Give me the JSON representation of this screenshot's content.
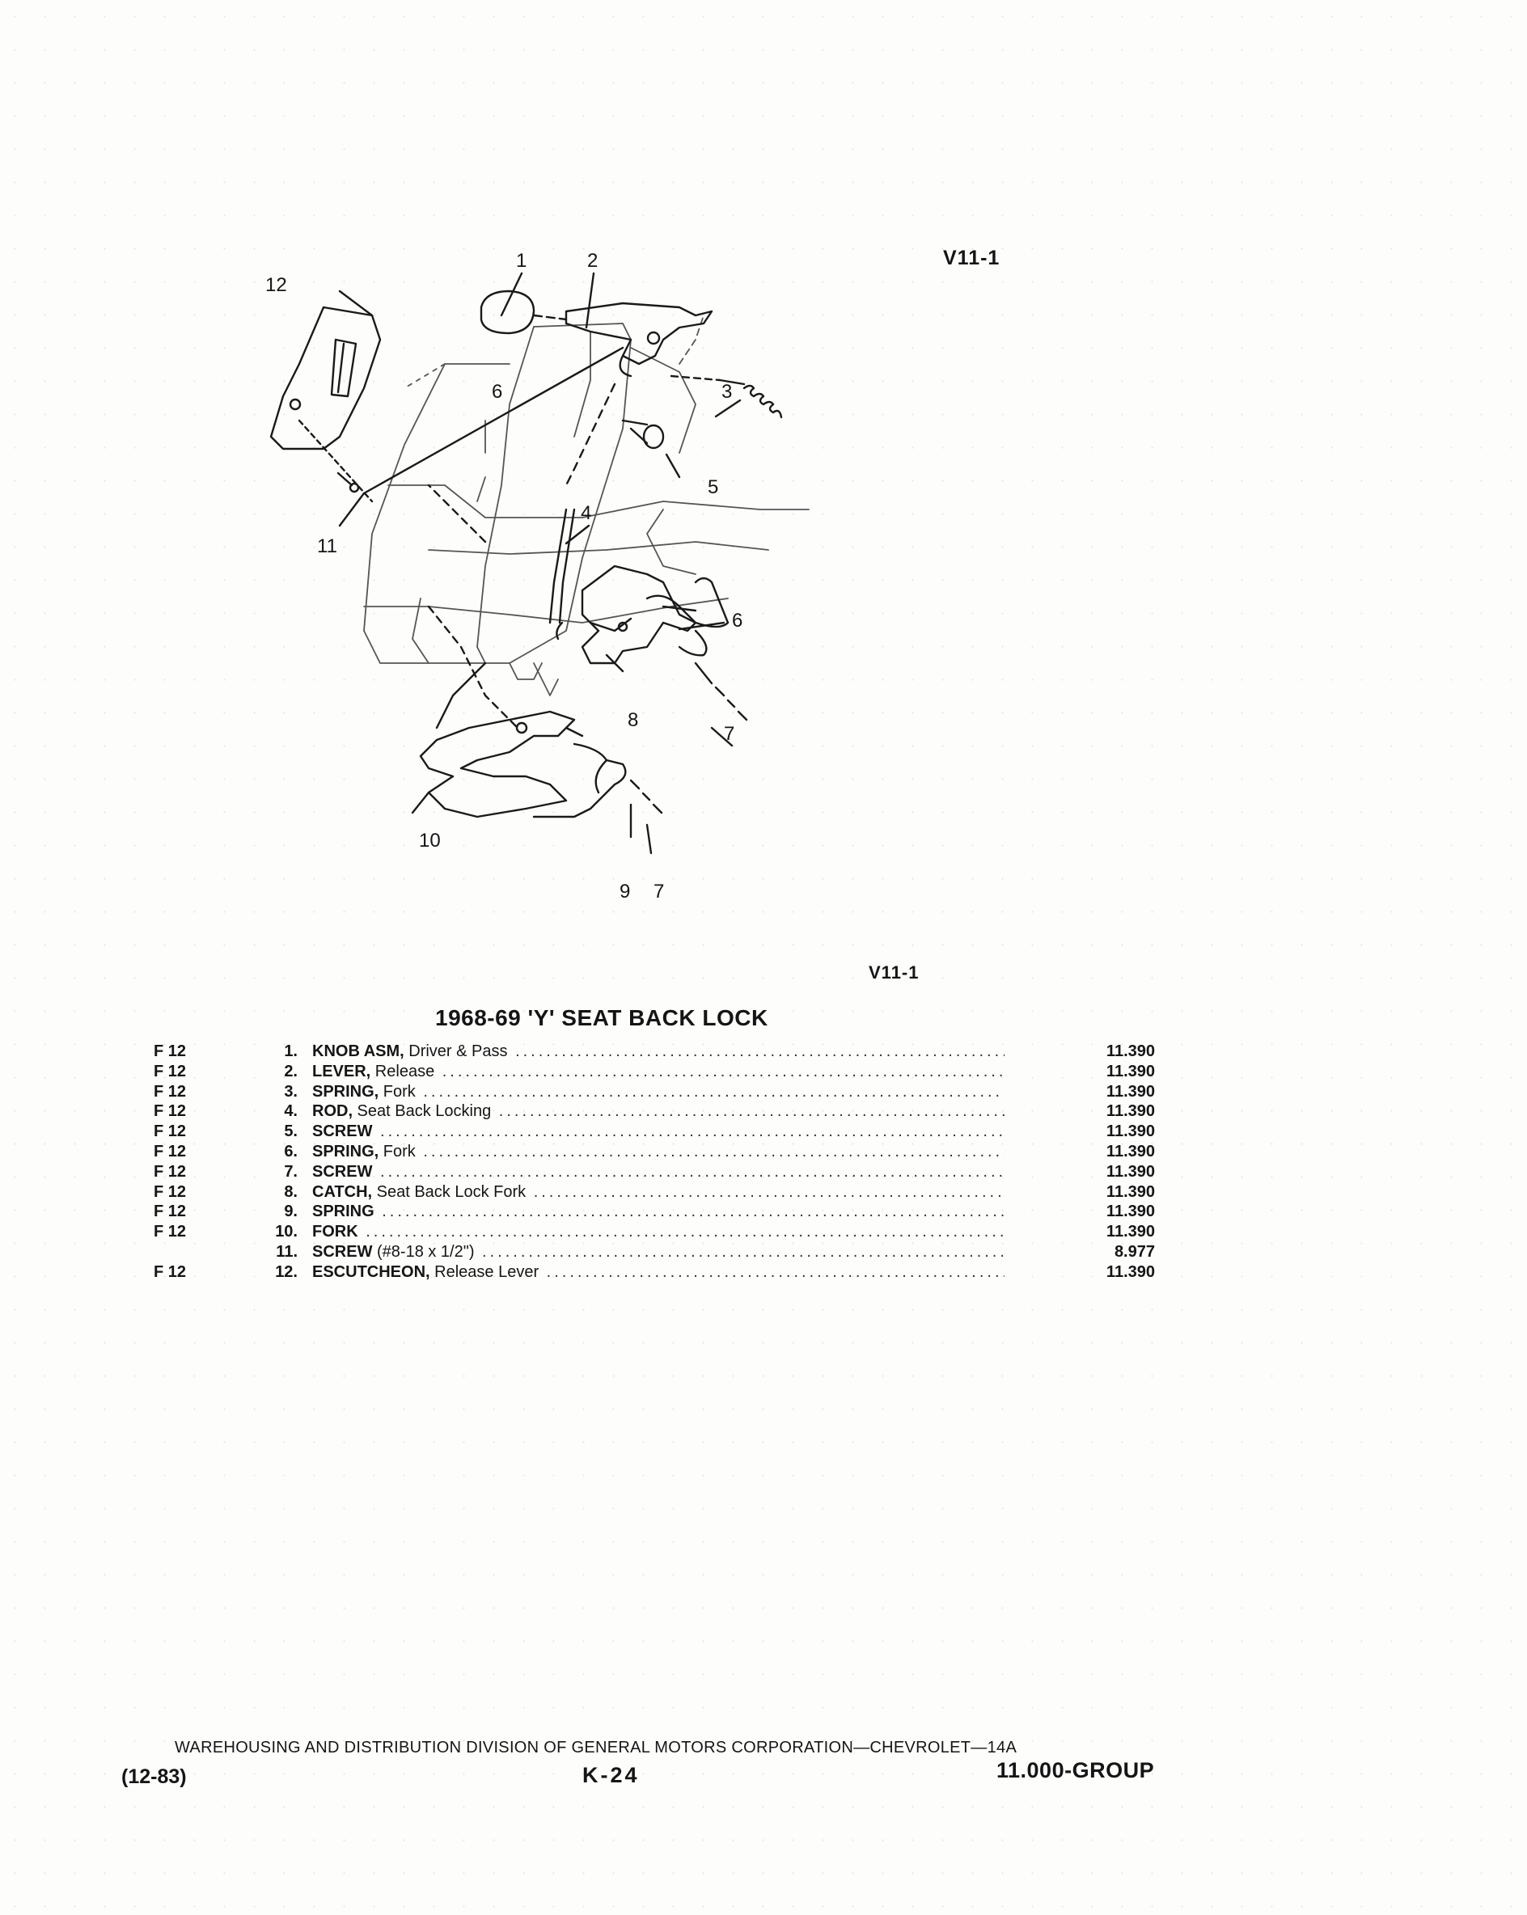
{
  "figure": {
    "ref_code_top": "V11-1",
    "ref_code_bottom": "V11-1",
    "callouts": [
      "1",
      "2",
      "3",
      "4",
      "5",
      "6",
      "7",
      "7",
      "8",
      "9",
      "10",
      "11",
      "12",
      "6"
    ]
  },
  "section": {
    "title": "1968-69 'Y' SEAT BACK LOCK"
  },
  "parts": [
    {
      "code": "F 12",
      "num": "1.",
      "name": "KNOB ASM,",
      "desc": " Driver & Pass",
      "value": "11.390"
    },
    {
      "code": "F 12",
      "num": "2.",
      "name": "LEVER,",
      "desc": " Release",
      "value": "11.390"
    },
    {
      "code": "F 12",
      "num": "3.",
      "name": "SPRING,",
      "desc": " Fork",
      "value": "11.390"
    },
    {
      "code": "F 12",
      "num": "4.",
      "name": "ROD,",
      "desc": " Seat Back Locking",
      "value": "11.390"
    },
    {
      "code": "F 12",
      "num": "5.",
      "name": "SCREW",
      "desc": "",
      "value": "11.390"
    },
    {
      "code": "F 12",
      "num": "6.",
      "name": "SPRING,",
      "desc": " Fork",
      "value": "11.390"
    },
    {
      "code": "F 12",
      "num": "7.",
      "name": "SCREW",
      "desc": "",
      "value": "11.390"
    },
    {
      "code": "F 12",
      "num": "8.",
      "name": "CATCH,",
      "desc": " Seat Back Lock Fork",
      "value": "11.390"
    },
    {
      "code": "F 12",
      "num": "9.",
      "name": "SPRING",
      "desc": "",
      "value": "11.390"
    },
    {
      "code": "F 12",
      "num": "10.",
      "name": "FORK",
      "desc": "",
      "value": "11.390"
    },
    {
      "code": "",
      "num": "11.",
      "name": "SCREW",
      "desc": " (#8-18 x 1/2\")",
      "value": "8.977"
    },
    {
      "code": "F 12",
      "num": "12.",
      "name": "ESCUTCHEON,",
      "desc": " Release Lever",
      "value": "11.390"
    }
  ],
  "footer": {
    "corporation": "WAREHOUSING AND DISTRIBUTION DIVISION OF GENERAL MOTORS CORPORATION—CHEVROLET—14A",
    "date": "(12-83)",
    "page": "K-24",
    "group": "11.000-GROUP"
  }
}
